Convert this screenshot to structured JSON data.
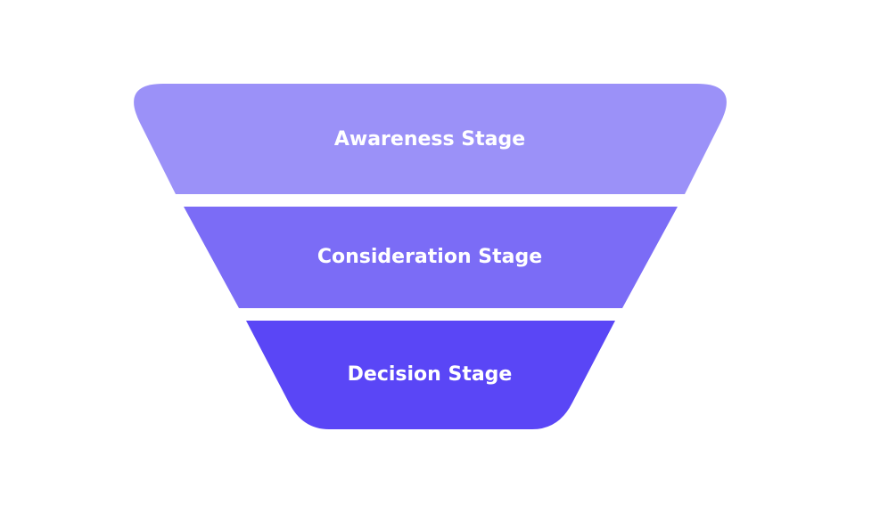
{
  "funnel": {
    "stages": [
      {
        "label": "Awareness Stage",
        "color": "#9b91f8"
      },
      {
        "label": "Consideration Stage",
        "color": "#7b6cf6"
      },
      {
        "label": "Decision Stage",
        "color": "#5a46f6"
      }
    ]
  }
}
